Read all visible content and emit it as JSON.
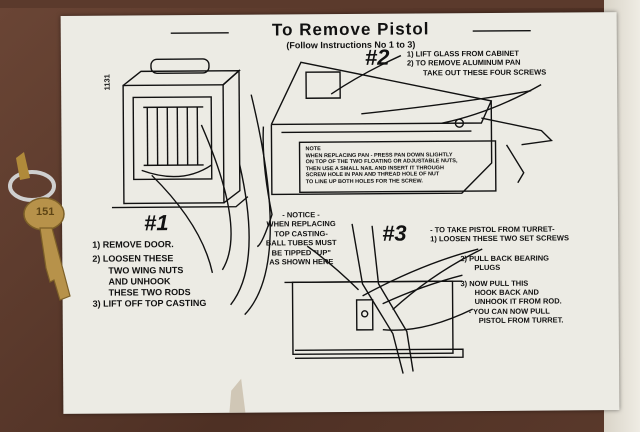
{
  "title": "To Remove Pistol",
  "subtitle": "(Follow Instructions No 1 to 3)",
  "side_mark": "1131",
  "sections": {
    "one": {
      "number": "#1",
      "steps": [
        "1) Remove Door.",
        "2) Loosen These",
        "Two Wing Nuts",
        "and Unhook",
        "These Two Rods",
        "3) Lift Off Top Casting"
      ]
    },
    "two": {
      "number": "#2",
      "steps": [
        "1) Lift Glass From Cabinet",
        "2) To Remove Aluminum Pan",
        "Take Out These Four Screws"
      ],
      "note": [
        "Note",
        "When replacing pan - press pan down slightly",
        "on top of the two floating or adjustable nuts,",
        "then use a small nail and insert it through",
        "screw hole in pan and thread hole of nut",
        "to line up both holes for the screw."
      ]
    },
    "notice": [
      "- Notice -",
      "When Replacing",
      "Top Casting-",
      "Ball Tubes Must",
      "Be Tipped \"Up\"",
      "As Shown Here"
    ],
    "three": {
      "number": "#3",
      "steps": [
        "- To Take Pistol From Turret-",
        "1) Loosen These Two Set Screws",
        "2) Pull Back Bearing",
        "Plugs",
        "3) Now Pull This",
        "Hook Back and",
        "Unhook It From Rod.",
        "- You Can Now Pull",
        "Pistol From Turret."
      ]
    }
  },
  "keys": {
    "tag_text": "151"
  }
}
